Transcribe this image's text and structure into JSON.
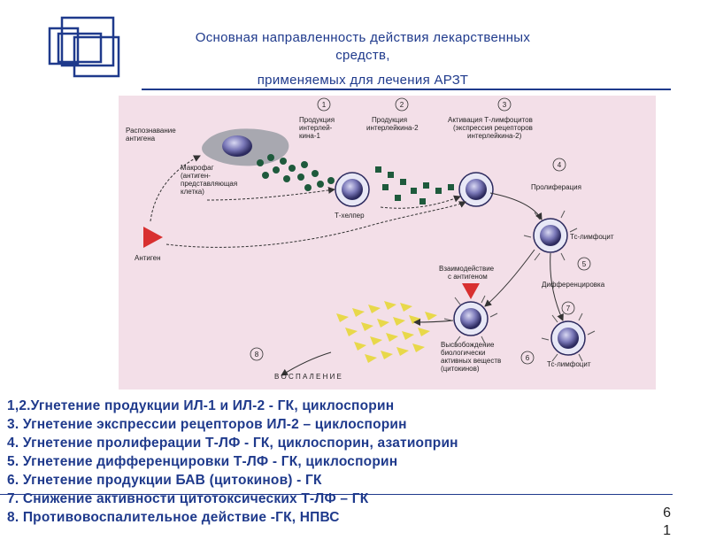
{
  "header": {
    "title_line1": "Основная направленность действия лекарственных",
    "title_line2": "средств,",
    "title_line3": "применяемых для лечения АРЗТ"
  },
  "diagram": {
    "labels": {
      "antigen_recognition_1": "Распознавание",
      "antigen_recognition_2": "антигена",
      "il1_production_1": "Продукция",
      "il1_production_2": "интерлей-",
      "il1_production_3": "кина-1",
      "il2_production_1": "Продукция",
      "il2_production_2": "интерлейкина-2",
      "t_activation_1": "Активация Т-лимфоцитов",
      "t_activation_2": "(экспрессия рецепторов",
      "t_activation_3": "интерлейкина-2)",
      "macrophage_1": "Макрофаг",
      "macrophage_2": "(антиген-",
      "macrophage_3": "представляющая",
      "macrophage_4": "клетка)",
      "t_helper": "Т-хелпер",
      "antigen": "Антиген",
      "proliferation": "Пролиферация",
      "tc_lymphocyte_top": "Тс-лимфоцит",
      "interaction_1": "Взаимодействие",
      "interaction_2": "с антигеном",
      "differentiation": "Дифференцировка",
      "release_1": "Высвобождение",
      "release_2": "биологически",
      "release_3": "активных веществ",
      "release_4": "(цитокинов)",
      "tc_lymphocyte_bottom": "Тс-лимфоцит",
      "inflammation": "В О С П А Л Е Н И Е"
    },
    "step_numbers": [
      "1",
      "2",
      "3",
      "4",
      "5",
      "6",
      "7",
      "8"
    ]
  },
  "list": [
    "1,2.Угнетение продукции ИЛ-1 и ИЛ-2 - ГК, циклоспорин",
    "3. Угнетение экспрессии рецепторов ИЛ-2 – циклоспорин",
    "4. Угнетение пролиферации Т-ЛФ - ГК, циклоспорин, азатиоприн",
    "5. Угнетение дифференцировки Т-ЛФ - ГК, циклоспорин",
    "6. Угнетение продукции БАВ (цитокинов) - ГК",
    "7. Снижение активности цитотоксических Т-ЛФ – ГК",
    "8. Противовоспалительное действие -ГК, НПВС"
  ],
  "page_number": "6",
  "page_number_cont": "1",
  "colors": {
    "title": "#1f3a8c",
    "diagram_bg": "#f3dfe8",
    "antigen": "#d83030",
    "cytokine": "#1e5a3c"
  }
}
